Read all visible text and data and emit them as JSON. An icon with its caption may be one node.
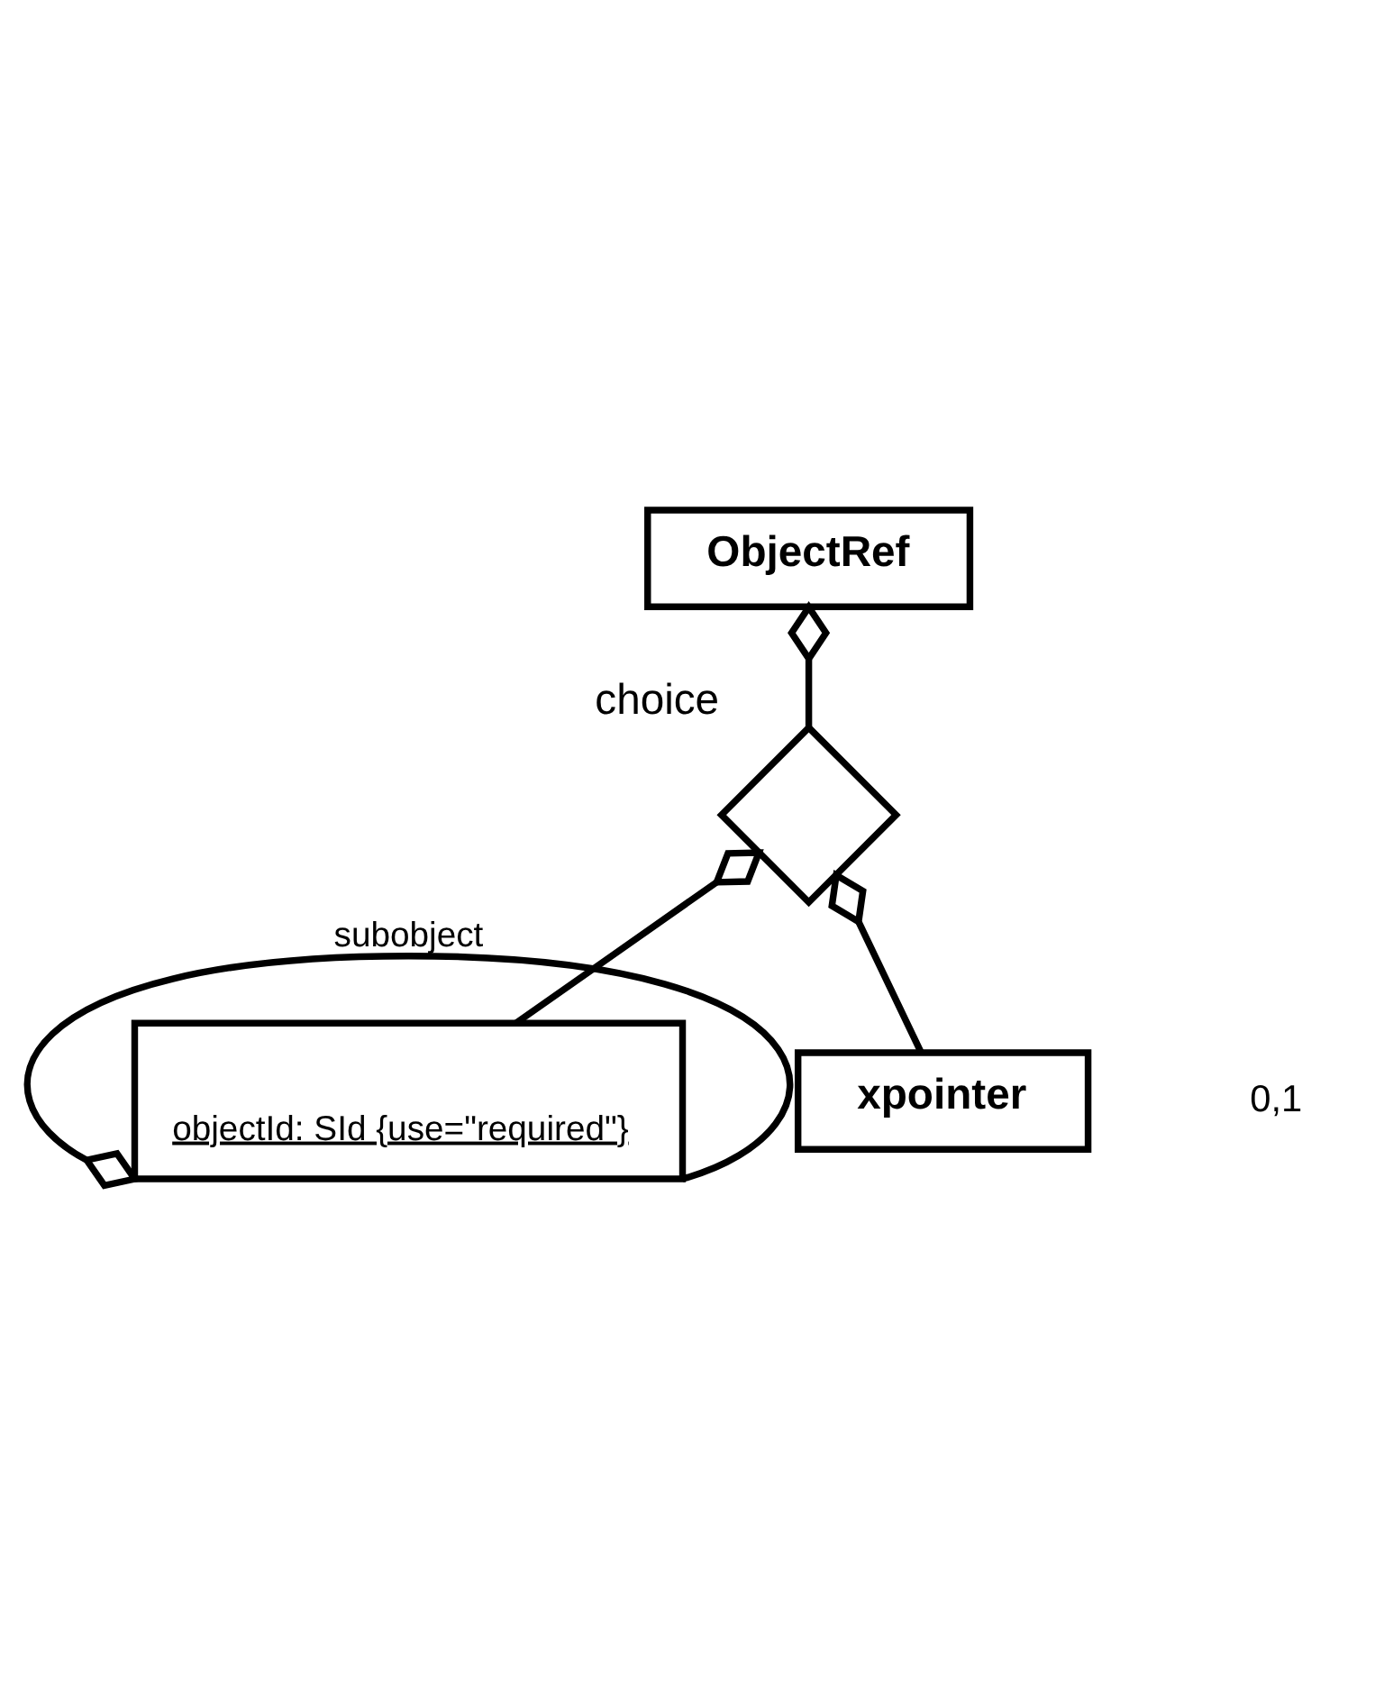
{
  "diagram": {
    "nodes": [
      {
        "text": [
          "ObjectRef"
        ]
      },
      {
        "text": [],
        "shape": "diamond",
        "beside": [
          "choice"
        ]
      },
      {
        "text": [
          "objectId: SId {use=\"required\"}"
        ]
      },
      {
        "text": [
          "xpointer"
        ]
      }
    ],
    "edges": [
      {
        "from": 0,
        "to": 1,
        "arrow": "other"
      },
      {
        "from": 1,
        "to": 2,
        "arrow": "other"
      },
      {
        "from": 1,
        "to": 3,
        "arrow": "other"
      },
      {
        "from": 2,
        "to": 2,
        "arrow": "other",
        "label": "subobject"
      }
    ],
    "labels": [
      "0,1"
    ]
  }
}
